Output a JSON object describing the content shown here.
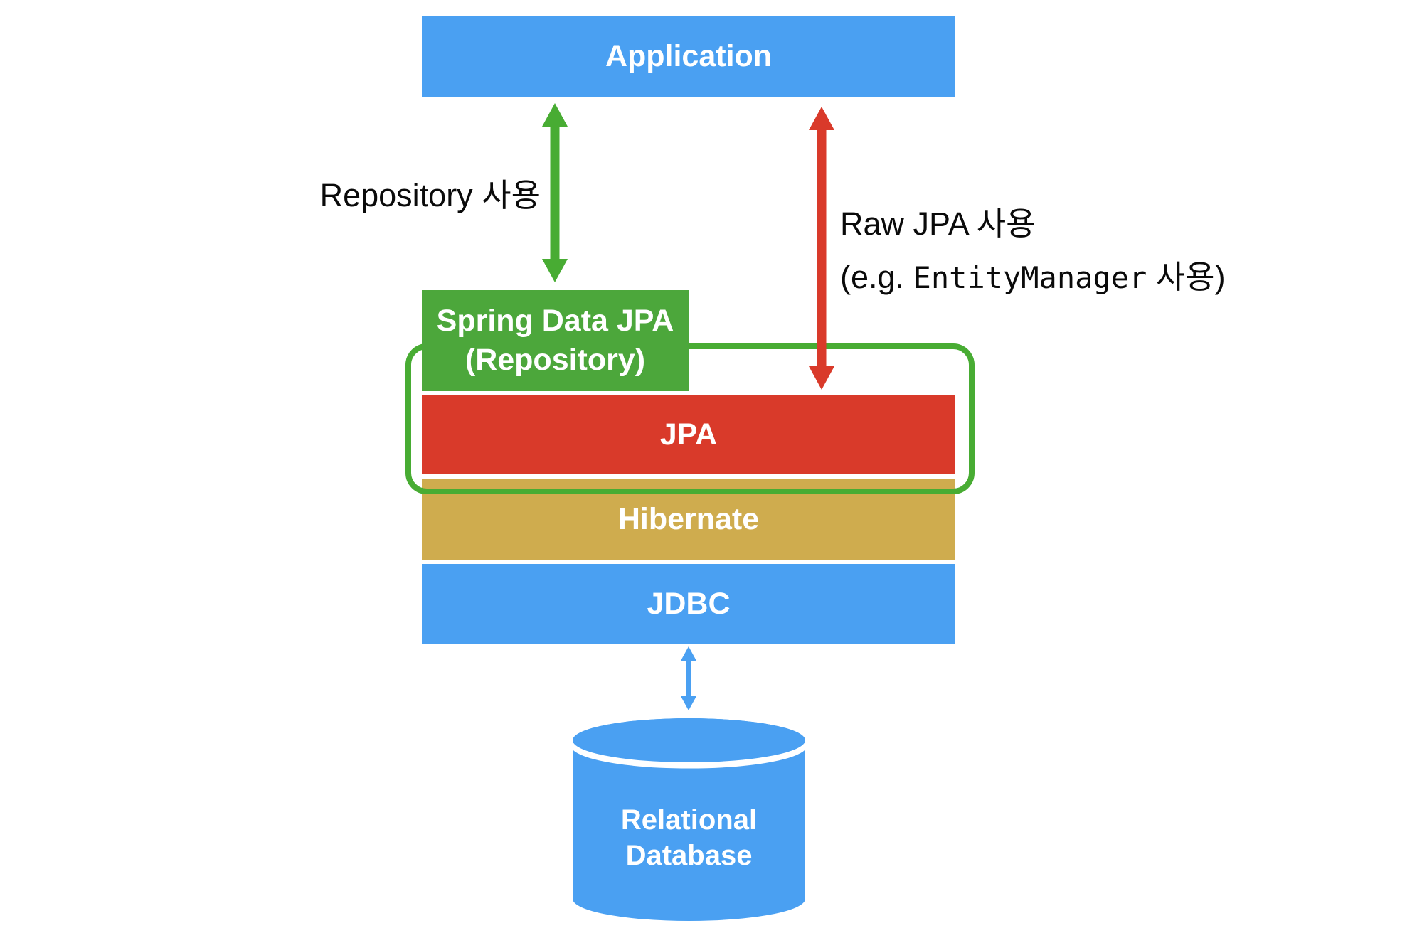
{
  "colors": {
    "blue": "#4AA0F2",
    "green_box": "#4CA73B",
    "green_accent": "#48AC33",
    "red": "#D93A2A",
    "gold": "#CFAC4E",
    "white": "#FFFFFF",
    "label_text": "#0A0A0A",
    "box_text": "#FFFFFF"
  },
  "boxes": {
    "application": {
      "label": "Application"
    },
    "spring_data_jpa": {
      "line1": "Spring Data JPA",
      "line2": "(Repository)"
    },
    "jpa": {
      "label": "JPA"
    },
    "hibernate": {
      "label": "Hibernate"
    },
    "jdbc": {
      "label": "JDBC"
    },
    "database": {
      "line1": "Relational",
      "line2": "Database"
    }
  },
  "labels": {
    "repository_usage": "Repository 사용",
    "raw_jpa_line1": "Raw JPA 사용",
    "raw_jpa_line2_prefix": "(e.g. ",
    "raw_jpa_line2_code": "EntityManager",
    "raw_jpa_line2_suffix": " 사용)"
  }
}
